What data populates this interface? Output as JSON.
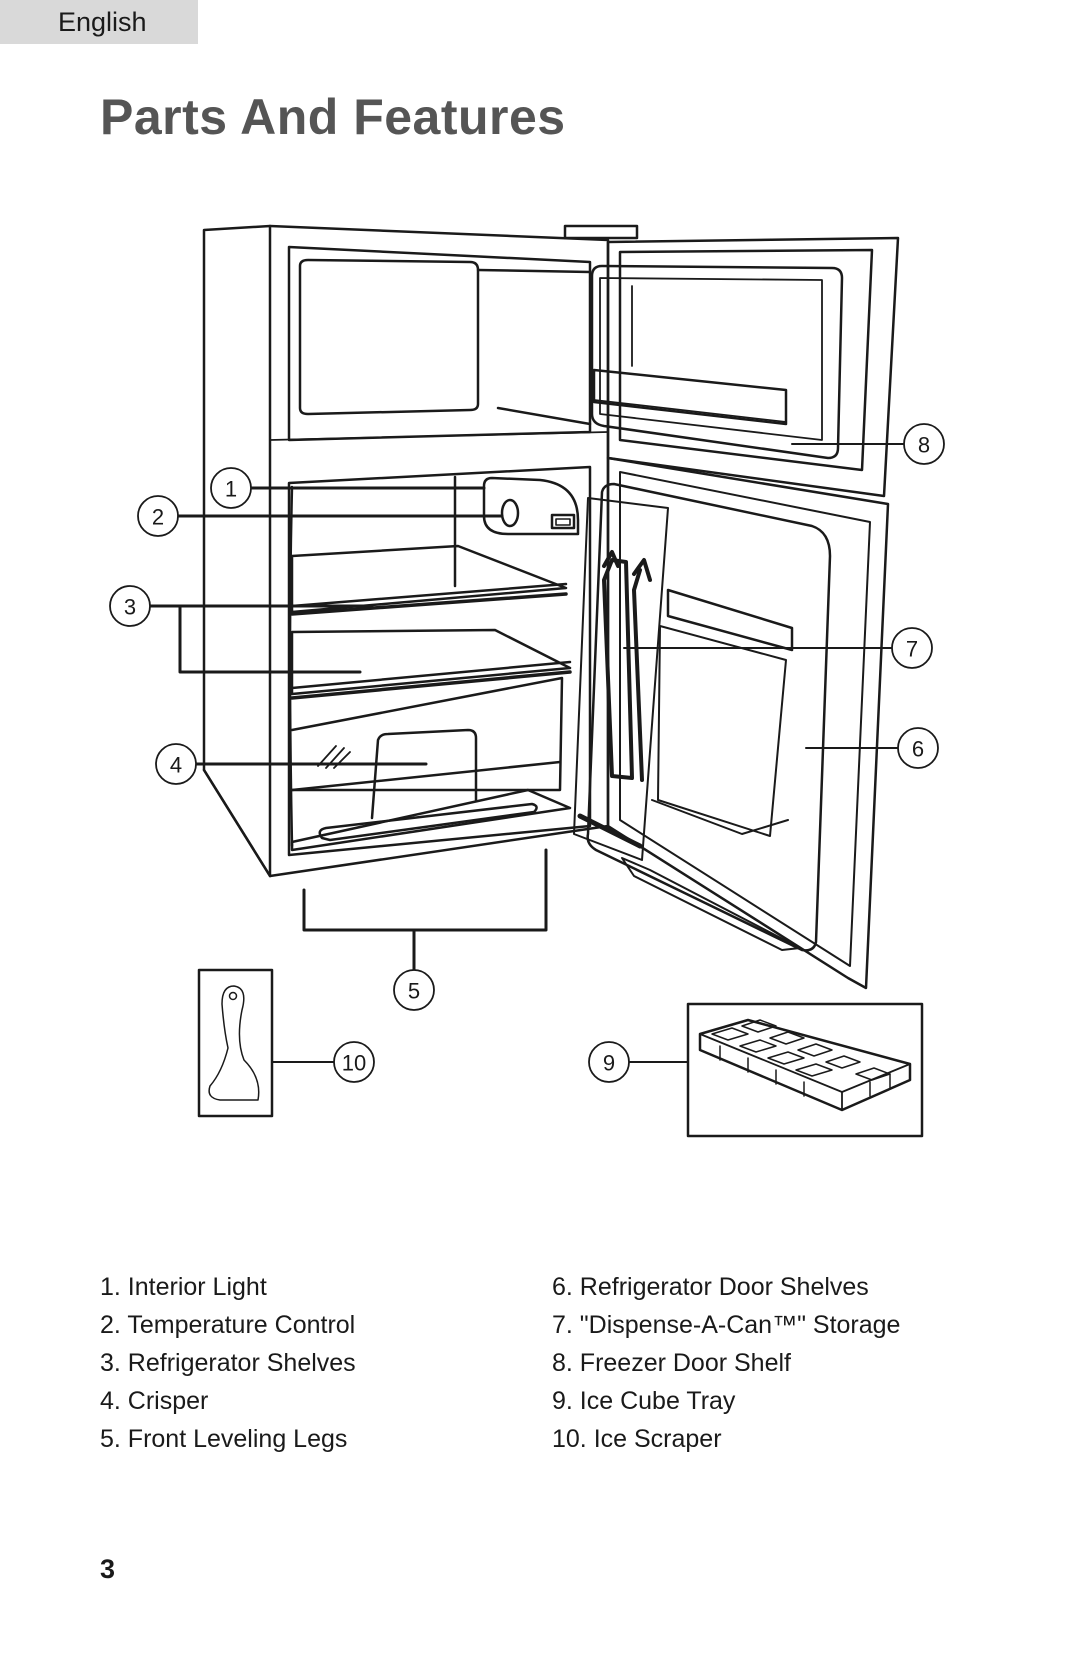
{
  "header": {
    "language_tab": "English"
  },
  "title": "Parts And Features",
  "callouts": [
    "1",
    "2",
    "3",
    "4",
    "5",
    "6",
    "7",
    "8",
    "9",
    "10"
  ],
  "legend": {
    "left": [
      "1. Interior Light",
      "2. Temperature Control",
      "3. Refrigerator Shelves",
      "4. Crisper",
      "5. Front Leveling Legs"
    ],
    "right": [
      "6. Refrigerator Door Shelves",
      "7. \"Dispense-A-Can™\" Storage",
      "8. Freezer Door Shelf",
      "9. Ice Cube Tray",
      "10. Ice Scraper"
    ]
  },
  "footer": {
    "page_number": "3"
  }
}
